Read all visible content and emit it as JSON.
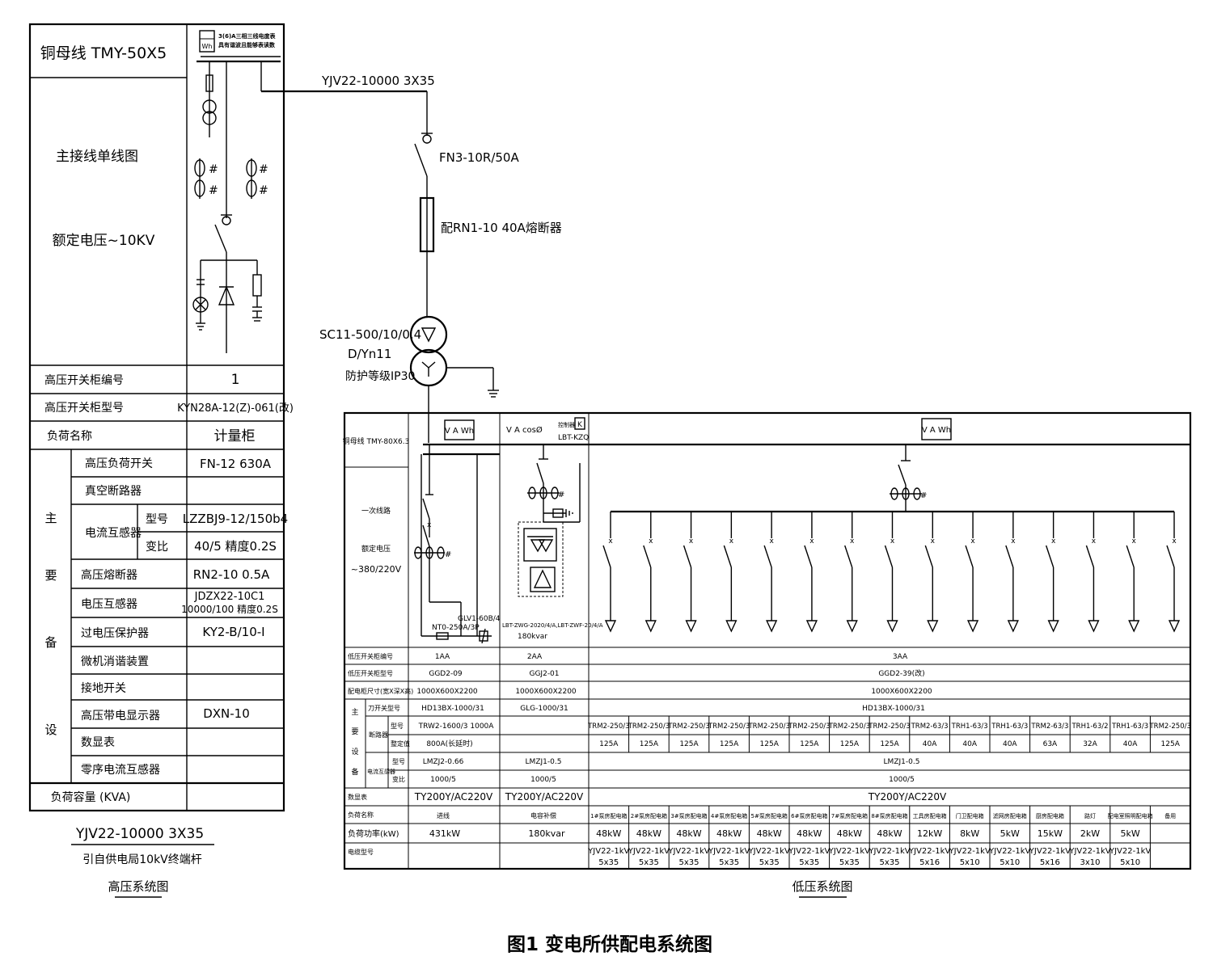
{
  "hv": {
    "busbar": "铜母线 TMY-50X5",
    "meter_note": "3(6)A三相三线电度表具有谐波且能够表读数",
    "wh_label": "Wh",
    "title": "主接线单线图",
    "voltage": "额定电压~10KV",
    "rows": [
      {
        "label": "高压开关柜编号",
        "value": "1"
      },
      {
        "label": "高压开关柜型号",
        "value": "KYN28A-12(Z)-061(改)"
      },
      {
        "label": "负荷名称",
        "value": "计量柜"
      }
    ],
    "group_chars": [
      "主",
      "要",
      "备",
      "设"
    ],
    "equip": [
      {
        "label": "高压负荷开关",
        "value": "FN-12 630A"
      },
      {
        "label": "真空断路器",
        "value": ""
      },
      {
        "label": "高压熔断器",
        "value": "RN2-10 0.5A"
      },
      {
        "label": "电压互感器",
        "value": "JDZX22-10C1",
        "value2": "10000/100  精度0.2S"
      },
      {
        "label": "过电压保护器",
        "value": "KY2-B/10-I"
      },
      {
        "label": "微机消谐装置",
        "value": ""
      },
      {
        "label": "接地开关",
        "value": ""
      },
      {
        "label": "高压带电显示器",
        "value": "DXN-10"
      },
      {
        "label": "数显表",
        "value": ""
      },
      {
        "label": "零序电流互感器",
        "value": ""
      }
    ],
    "ct": {
      "label": "电流互感器",
      "model_label": "型号",
      "model": "LZZBJ9-12/150b4",
      "ratio_label": "变比",
      "ratio": "40/5    精度0.2S"
    },
    "capacity": "负荷容量 (KVA)",
    "incoming_cable": "YJV22-10000  3X35",
    "source": "引自供电局10kV终端杆",
    "caption": "高压系统图"
  },
  "mid": {
    "cable": "YJV22-10000  3X35",
    "switch": "FN3-10R/50A",
    "fuse": "配RN1-10 40A熔断器",
    "tx1": "SC11-500/10/0.4",
    "tx2": "D/Yn11",
    "tx3": "防护等级IP30"
  },
  "lv": {
    "busbar": "铜母线 TMY-80X6.3",
    "title": "一次线路",
    "voltage1": "额定电压",
    "voltage2": "~380/220V",
    "meters": {
      "vawh": "V A Wh",
      "vacos": "V A cosØ",
      "ctrl": "控制器",
      "k": "K",
      "ctrl_model": "LBT-KZQ"
    },
    "col1": {
      "gl": "GLV1-60B/4",
      "nt": "NT0-250A/3P"
    },
    "col2": {
      "cap_model": "LBT-ZWG-2020/4/A LBT-ZWF-20/4/A",
      "kvar": "180kvar"
    },
    "rows": [
      {
        "label": "低压开关柜编号",
        "c1": "1AA",
        "c2": "2AA",
        "c3": "3AA"
      },
      {
        "label": "低压开关柜型号",
        "c1": "GGD2-09",
        "c2": "GGJ2-01",
        "c3": "GGD2-39(改)"
      },
      {
        "label": "配电柜尺寸(宽X深X高)",
        "c1": "1000X600X2200",
        "c2": "1000X600X2200",
        "c3": "1000X600X2200"
      },
      {
        "label": "刀开关型号",
        "c1": "HD13BX-1000/31",
        "c2": "GLG-1000/31",
        "c3": "HD13BX-1000/31"
      }
    ],
    "bk_label": "断路器",
    "xh_label": "型号",
    "zd_label": "整定值",
    "bk_c1": "TRW2-1600/3 1000A",
    "zd_c1": "800A(长延时)",
    "breakers": [
      "TRM2-250/3",
      "TRM2-250/3",
      "TRM2-250/3",
      "TRM2-250/3",
      "TRM2-250/3",
      "TRM2-250/3",
      "TRM2-250/3",
      "TRM2-250/3",
      "TRM2-63/3",
      "TRH1-63/3",
      "TRH1-63/3",
      "TRM2-63/3",
      "TRH1-63/2",
      "TRH1-63/3",
      "TRM2-250/3"
    ],
    "settings": [
      "125A",
      "125A",
      "125A",
      "125A",
      "125A",
      "125A",
      "125A",
      "125A",
      "40A",
      "40A",
      "40A",
      "63A",
      "32A",
      "40A",
      "125A"
    ],
    "ctl_label": "电流互感器",
    "ct_model_c1": "LMZJ2-0.66",
    "ct_model_c2": "LMZJ1-0.5",
    "ct_model_c3": "LMZJ1-0.5",
    "bb_label": "变比",
    "ct_ratio_c1": "1000/5",
    "ct_ratio_c2": "1000/5",
    "ct_ratio_c3": "1000/5",
    "group_chars": [
      "主",
      "要",
      "设",
      "备"
    ],
    "meter_label": "数显表",
    "meter_c1": "TY200Y/AC220V",
    "meter_c2": "TY200Y/AC220V",
    "meter_c3": "TY200Y/AC220V",
    "load_label": "负荷名称",
    "load_c1": "进线",
    "load_c2": "电容补偿",
    "loads": [
      "1#泵房配电箱",
      "2#泵房配电箱",
      "3#泵房配电箱",
      "4#泵房配电箱",
      "5#泵房配电箱",
      "6#泵房配电箱",
      "7#泵房配电箱",
      "8#泵房配电箱",
      "工具房配电箱",
      "门卫配电箱",
      "滤网房配电箱",
      "厨房配电箱",
      "路灯",
      "配电室照明配电箱",
      "备用"
    ],
    "power_label": "负荷功率(kW)",
    "power_c1": "431kW",
    "power_c2": "180kvar",
    "powers": [
      "48kW",
      "48kW",
      "48kW",
      "48kW",
      "48kW",
      "48kW",
      "48kW",
      "48kW",
      "12kW",
      "8kW",
      "5kW",
      "15kW",
      "2kW",
      "5kW",
      ""
    ],
    "cable_label": "电缆型号",
    "cables1": [
      "YJV22-1kV",
      "YJV22-1kV",
      "YJV22-1kV",
      "YJV22-1kV",
      "YJV22-1kV",
      "YJV22-1kV",
      "YJV22-1kV",
      "YJV22-1kV",
      "YJV22-1kV",
      "YJV22-1kV",
      "YJV22-1kV",
      "YJV22-1kV",
      "YJV22-1kV",
      "YJV22-1kV",
      ""
    ],
    "cables2": [
      "5x35",
      "5x35",
      "5x35",
      "5x35",
      "5x35",
      "5x35",
      "5x35",
      "5x35",
      "5x16",
      "5x10",
      "5x10",
      "5x16",
      "3x10",
      "5x10",
      ""
    ],
    "caption": "低压系统图"
  },
  "figure_title": "图1  变电所供配电系统图"
}
